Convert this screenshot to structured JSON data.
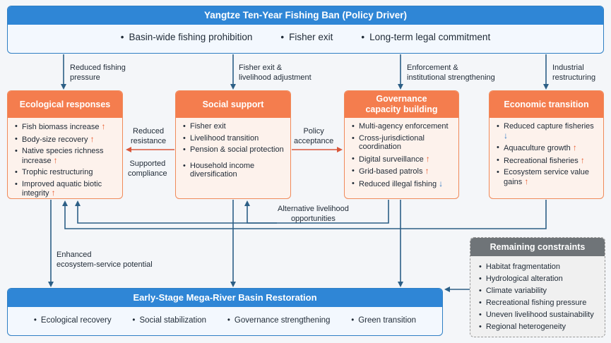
{
  "policy": {
    "title": "Yangtze Ten-Year Fishing Ban (Policy Driver)",
    "items": [
      "Basin-wide fishing prohibition",
      "Fisher exit",
      "Long-term legal commitment"
    ]
  },
  "arrow_labels": {
    "reduced_pressure_1": "Reduced fishing",
    "reduced_pressure_2": "pressure",
    "fisher_exit_1": "Fisher exit &",
    "fisher_exit_2": "livelihood adjustment",
    "enforcement_1": "Enforcement &",
    "enforcement_2": "institutional strengthening",
    "industrial_1": "Industrial",
    "industrial_2": "restructuring",
    "reduced_resistance_1": "Reduced",
    "reduced_resistance_2": "resistance",
    "supported_compliance_1": "Supported",
    "supported_compliance_2": "compliance",
    "policy_acceptance_1": "Policy",
    "policy_acceptance_2": "acceptance",
    "alt_livelihood_1": "Alternative livelihood",
    "alt_livelihood_2": "opportunities",
    "enhanced_1": "Enhanced",
    "enhanced_2": "ecosystem-service potential"
  },
  "ecological": {
    "title": "Ecological responses",
    "items": [
      {
        "text": "Fish biomass increase",
        "trend": "up"
      },
      {
        "text": "Body-size recovery",
        "trend": "up"
      },
      {
        "text": "Native species richness increase",
        "trend": "up"
      },
      {
        "text": "Trophic restructuring",
        "trend": ""
      },
      {
        "text": "Improved aquatic biotic integrity",
        "trend": "up"
      }
    ]
  },
  "social": {
    "title": "Social support",
    "items": [
      "Fisher exit",
      "Livelihood transition",
      "Pension & social protection",
      "Household income diversification"
    ]
  },
  "governance": {
    "title_1": "Governance",
    "title_2": "capacity building",
    "items": [
      {
        "text": "Multi-agency enforcement",
        "trend": ""
      },
      {
        "text": "Cross-jurisdictional coordination",
        "trend": ""
      },
      {
        "text": "Digital surveillance",
        "trend": "up"
      },
      {
        "text": "Grid-based patrols",
        "trend": "up"
      },
      {
        "text": "Reduced illegal fishing",
        "trend": "down"
      }
    ]
  },
  "economic": {
    "title": "Economic transition",
    "items": [
      {
        "text": "Reduced capture fisheries",
        "trend": "down"
      },
      {
        "text": "Aquaculture growth",
        "trend": "up"
      },
      {
        "text": "Recreational fisheries",
        "trend": "up"
      },
      {
        "text": "Ecosystem service value gains",
        "trend": "up"
      }
    ]
  },
  "restoration": {
    "title": "Early-Stage Mega-River Basin Restoration",
    "items": [
      "Ecological recovery",
      "Social stabilization",
      "Governance strengthening",
      "Green transition"
    ]
  },
  "constraints": {
    "title": "Remaining constraints",
    "items": [
      "Habitat fragmentation",
      "Hydrological alteration",
      "Climate variability",
      "Recreational fishing pressure",
      "Uneven livelihood sustainability",
      "Regional heterogeneity"
    ]
  },
  "colors": {
    "blue_header": "#2f86d6",
    "orange_header": "#f47d4e",
    "grey_header": "#6f7478",
    "arrow_blue": "#2c5f86",
    "arrow_orange": "#d9573a",
    "trend_up": "#e85a2c",
    "trend_down": "#2f78c4"
  }
}
